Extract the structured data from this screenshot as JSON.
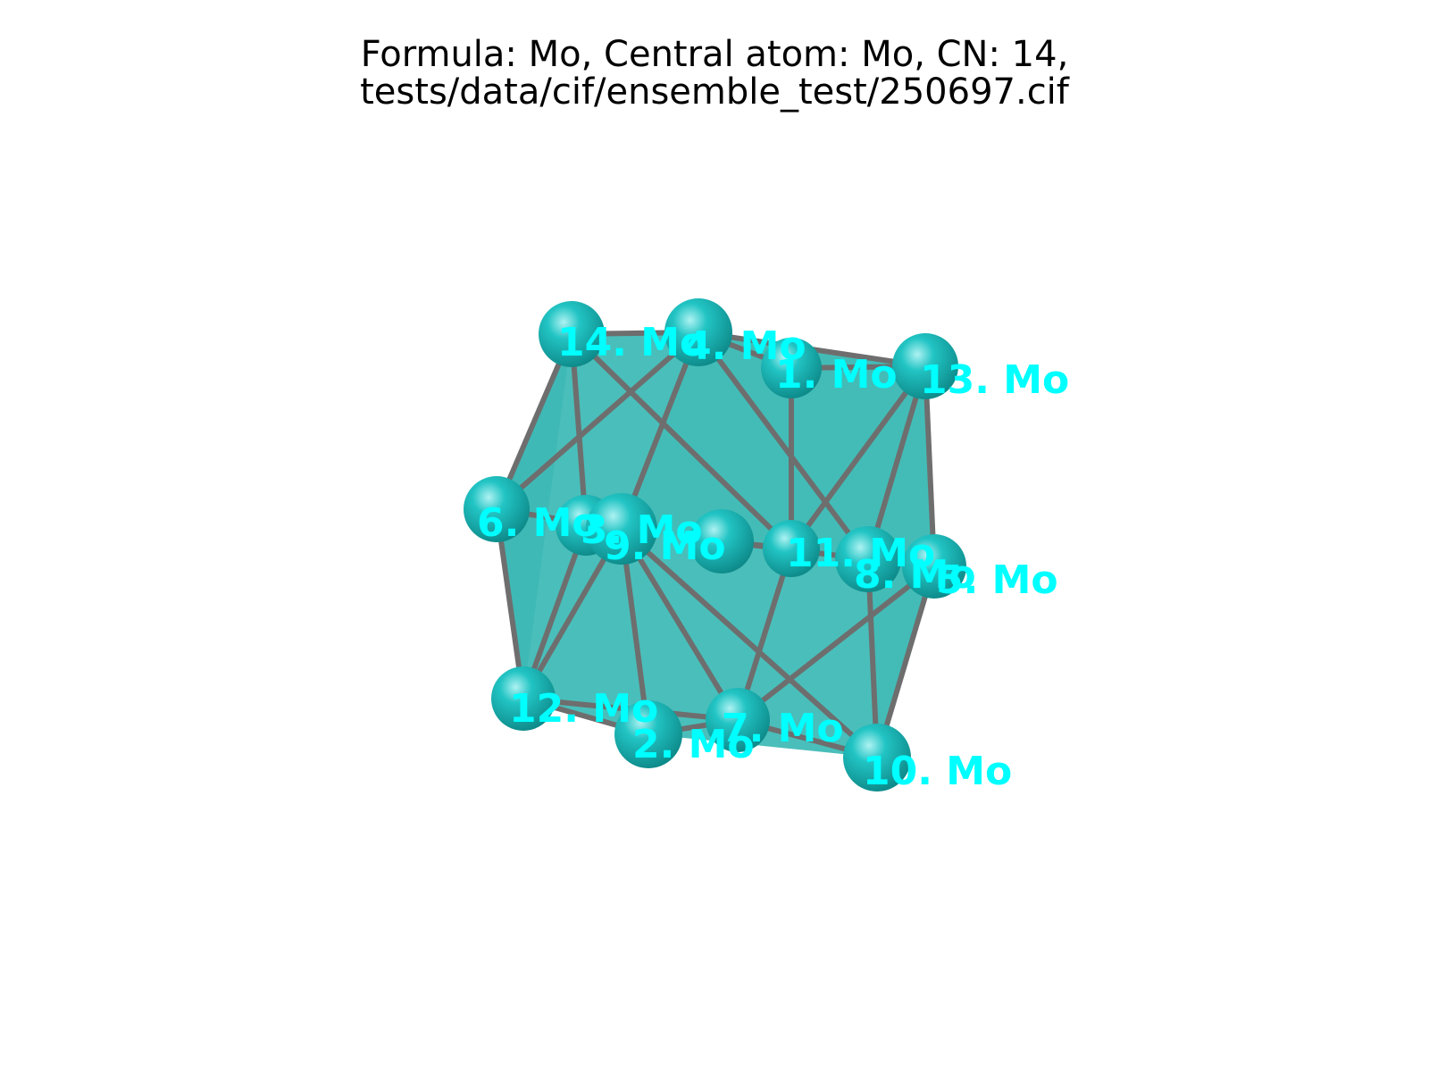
{
  "title": {
    "line1": "Formula: Mo, Central atom: Mo, CN: 14,",
    "line2": "tests/data/cif/ensemble_test/250697.cif"
  },
  "colors": {
    "atom": "#22c4c4",
    "atom_highlight": "#aef2f2",
    "atom_shadow": "#0e8a8a",
    "label": "#00ffff",
    "polyhedron_fill": "#2ab3ae",
    "bond": "#6e6e6e",
    "background": "#ffffff"
  },
  "atoms": [
    {
      "id": "central",
      "label": ""
    },
    {
      "id": "a1",
      "label": "1. Mo"
    },
    {
      "id": "a2",
      "label": "2. Mo"
    },
    {
      "id": "a3",
      "label": "3. Mo"
    },
    {
      "id": "a4",
      "label": "4. Mo"
    },
    {
      "id": "a5",
      "label": "5. Mo"
    },
    {
      "id": "a6",
      "label": "6. Mo"
    },
    {
      "id": "a7",
      "label": "7. Mo"
    },
    {
      "id": "a8",
      "label": "8. Mo"
    },
    {
      "id": "a9",
      "label": "9. Mo"
    },
    {
      "id": "a10",
      "label": "10. Mo"
    },
    {
      "id": "a11",
      "label": "11. Mo"
    },
    {
      "id": "a12",
      "label": "12. Mo"
    },
    {
      "id": "a13",
      "label": "13. Mo"
    },
    {
      "id": "a14",
      "label": "14. Mo"
    }
  ],
  "bonds": [
    [
      "a14",
      "a4"
    ],
    [
      "a4",
      "a13"
    ],
    [
      "a14",
      "a6"
    ],
    [
      "a13",
      "a5"
    ],
    [
      "a5",
      "a10"
    ],
    [
      "a10",
      "a7"
    ],
    [
      "a7",
      "a2"
    ],
    [
      "a2",
      "a12"
    ],
    [
      "a12",
      "a6"
    ],
    [
      "a6",
      "a4"
    ],
    [
      "a14",
      "a3"
    ],
    [
      "a14",
      "a11"
    ],
    [
      "a4",
      "a9"
    ],
    [
      "a4",
      "a8"
    ],
    [
      "a1",
      "a11"
    ],
    [
      "a13",
      "a8"
    ],
    [
      "a13",
      "a11"
    ],
    [
      "a6",
      "a9"
    ],
    [
      "a9",
      "a12"
    ],
    [
      "a9",
      "a2"
    ],
    [
      "a9",
      "a7"
    ],
    [
      "a9",
      "a10"
    ],
    [
      "a3",
      "a12"
    ],
    [
      "a8",
      "a10"
    ],
    [
      "a5",
      "a7"
    ],
    [
      "a11",
      "a7"
    ],
    [
      "a12",
      "a7"
    ],
    [
      "a8",
      "a5"
    ],
    [
      "a1",
      "a4"
    ],
    [
      "a1",
      "a13"
    ],
    [
      "central",
      "a11"
    ],
    [
      "central",
      "a8"
    ]
  ]
}
